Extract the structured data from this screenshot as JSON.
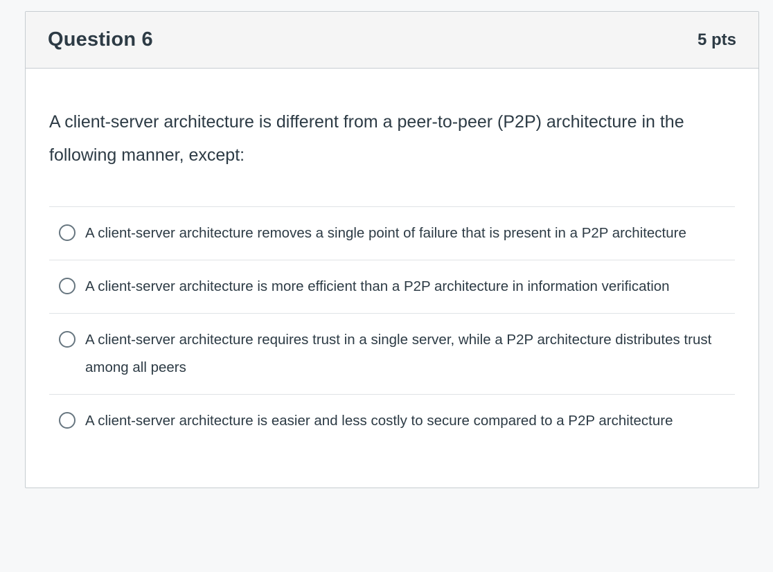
{
  "header": {
    "title": "Question 6",
    "points": "5 pts"
  },
  "question": {
    "prompt": "A client-server architecture is different from a peer-to-peer (P2P) architecture in the following manner, except:"
  },
  "options": [
    {
      "label": "A client-server architecture removes a single point of failure that is present in a P2P architecture",
      "selected": false
    },
    {
      "label": "A client-server architecture is more efficient than a P2P architecture in information verification",
      "selected": false
    },
    {
      "label": "A client-server architecture requires trust in a single server, while a P2P architecture distributes trust among all peers",
      "selected": false
    },
    {
      "label": "A client-server architecture is easier and less costly to secure compared to a P2P architecture",
      "selected": false
    }
  ],
  "colors": {
    "page_bg": "#f7f8f9",
    "card_bg": "#ffffff",
    "header_bg": "#f5f5f5",
    "card_border": "#c7cdd1",
    "divider": "#dfe3e6",
    "text": "#2d3b45",
    "radio_border": "#66757f"
  }
}
